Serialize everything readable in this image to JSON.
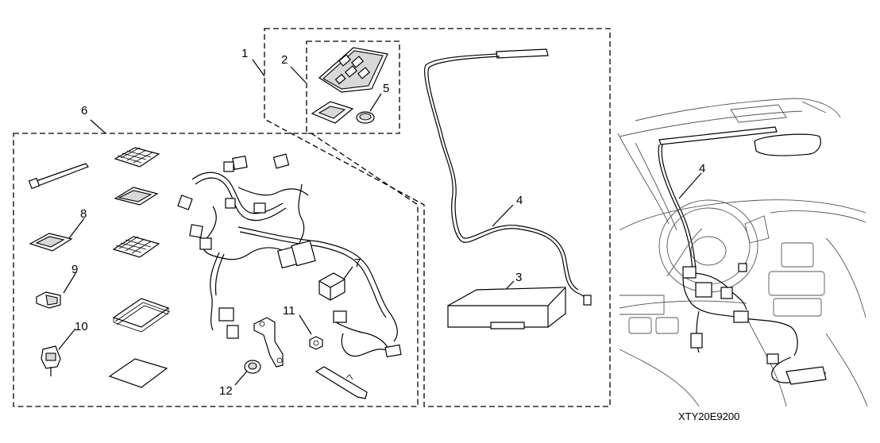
{
  "callouts": {
    "c1": "1",
    "c2": "2",
    "c3": "3",
    "c4a": "4",
    "c4b": "4",
    "c5": "5",
    "c6": "6",
    "c7": "7",
    "c8": "8",
    "c9": "9",
    "c10": "10",
    "c11": "11",
    "c12": "12"
  },
  "diagram_code": "XTY20E9200"
}
